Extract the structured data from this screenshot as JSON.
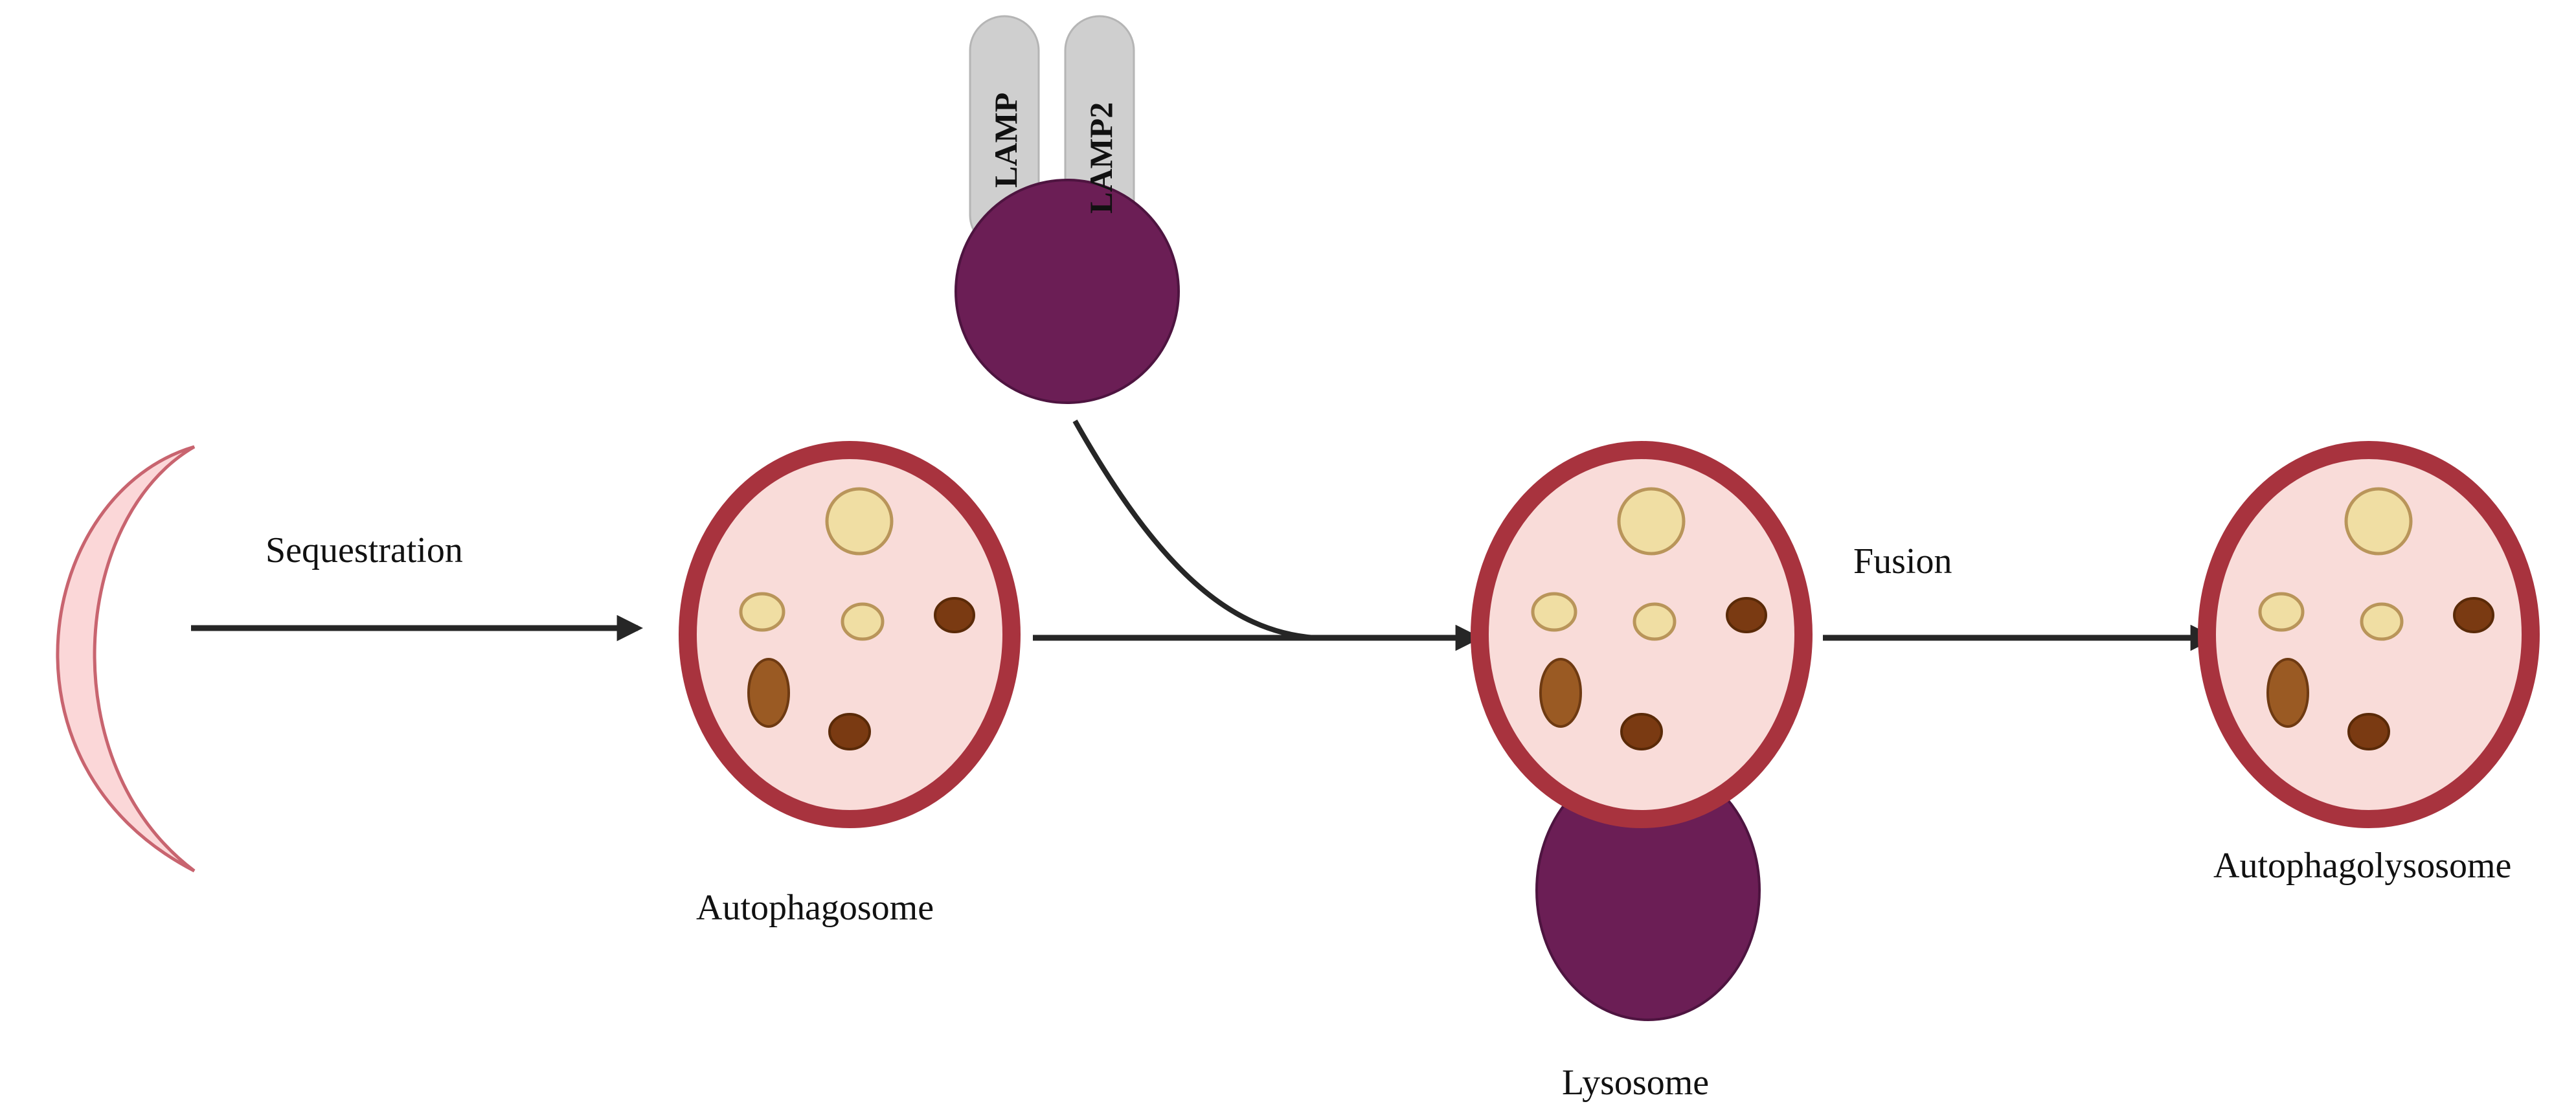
{
  "labels": {
    "sequestration": "Sequestration",
    "autophagosome": "Autophagosome",
    "lamp": "LAMP",
    "lamp2": "LAMP2",
    "fusion": "Fusion",
    "lysosome": "Lysosome",
    "autophagolysosome": "Autophagolysosome"
  },
  "colors": {
    "membrane": "#a8333e",
    "lumen": "#f9dcd9",
    "lysosome": "#6b1e55",
    "lamp_protein": "#cfcfcf",
    "phagophore_fill": "#fbd7d8",
    "phagophore_stroke": "#c8646f",
    "cargo_light": "#f0dea3",
    "cargo_light_stroke": "#b9955a",
    "cargo_brown": "#9a5a23",
    "cargo_dark": "#7a3a12",
    "arrow": "#262626"
  },
  "icons": {
    "phagophore": "crescent-membrane",
    "vesicle": "double-membrane-vesicle",
    "lysosome": "lysosome-sphere",
    "lamp": "membrane-protein"
  }
}
